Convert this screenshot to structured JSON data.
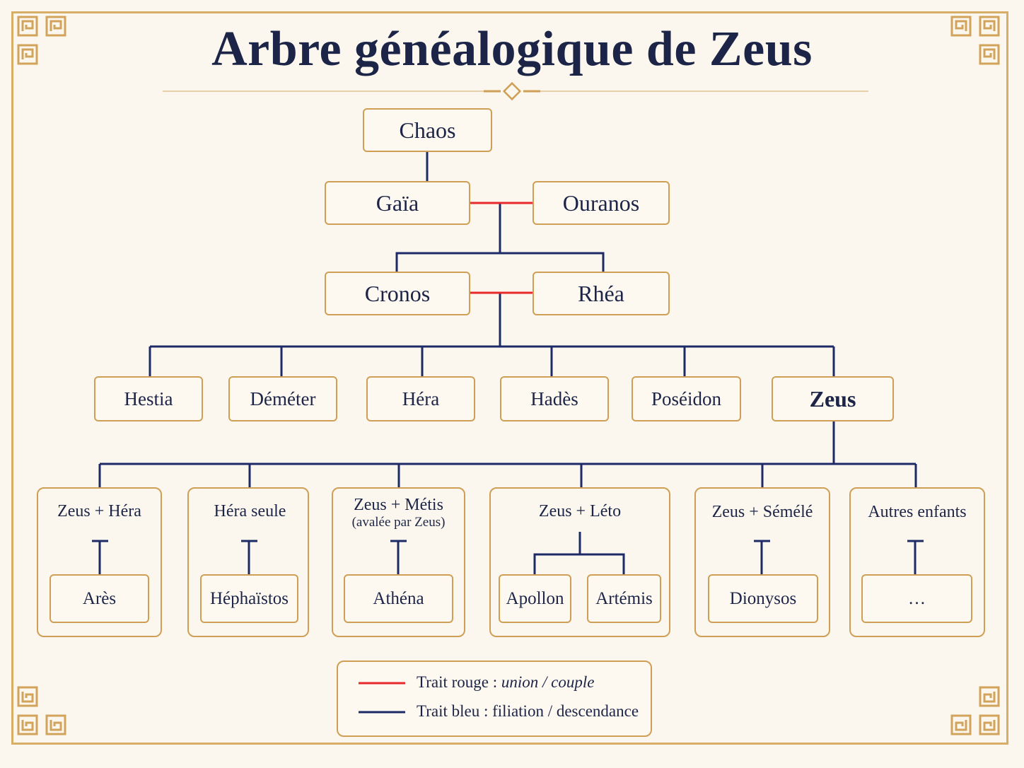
{
  "title": "Arbre généalogique de Zeus",
  "colors": {
    "union": "#e8282a",
    "filiation": "#1c2a66",
    "gold": "#cf9f55",
    "ink": "#1c2547"
  },
  "nodes": {
    "chaos": "Chaos",
    "gaia": "Gaïa",
    "ouranos": "Ouranos",
    "cronos": "Cronos",
    "rhea": "Rhéa",
    "hestia": "Hestia",
    "demeter": "Déméter",
    "hera": "Héra",
    "hades": "Hadès",
    "poseidon": "Poséidon",
    "zeus": "Zeus"
  },
  "groups": [
    {
      "label": "Zeus + Héra",
      "sub": "",
      "children": [
        "Arès"
      ]
    },
    {
      "label": "Héra seule",
      "sub": "",
      "children": [
        "Héphaïstos"
      ]
    },
    {
      "label": "Zeus + Métis",
      "sub": "(avalée par Zeus)",
      "children": [
        "Athéna"
      ]
    },
    {
      "label": "Zeus + Léto",
      "sub": "",
      "children": [
        "Apollon",
        "Artémis"
      ]
    },
    {
      "label": "Zeus + Sémélé",
      "sub": "",
      "children": [
        "Dionysos"
      ]
    },
    {
      "label": "Autres enfants",
      "sub": "",
      "children": [
        "…"
      ]
    }
  ],
  "legend": {
    "red_prefix": "Trait rouge : ",
    "red_italic": "union / couple",
    "blue_text": "Trait bleu : filiation / descendance"
  }
}
